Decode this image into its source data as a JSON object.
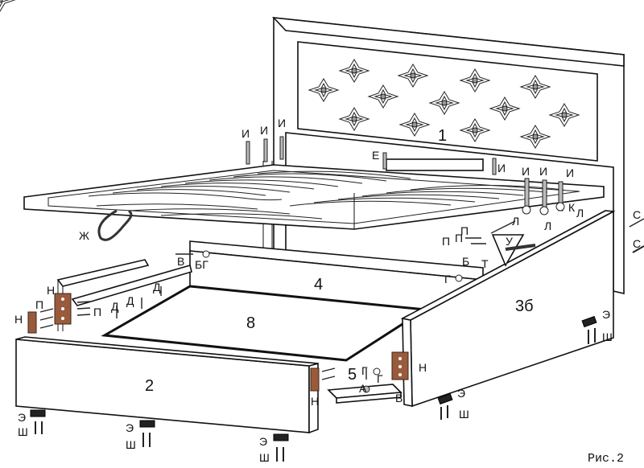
{
  "caption": "Рис.2",
  "parts": {
    "headboard": "1",
    "footboard": "2",
    "side_right": "3б",
    "back_panel": "4",
    "support": "5",
    "base_board": "8"
  },
  "hardware_labels": {
    "I": "И",
    "E": "Е",
    "K": "К",
    "L": "Л",
    "Zh": "Ж",
    "V": "В",
    "BG": "БГ",
    "D": "Д",
    "N": "Н",
    "P": "П",
    "B": "Б",
    "T": "Т",
    "U": "У",
    "G": "Г",
    "A": "А",
    "E2": "Э",
    "Sh": "Ш",
    "S": "С"
  }
}
